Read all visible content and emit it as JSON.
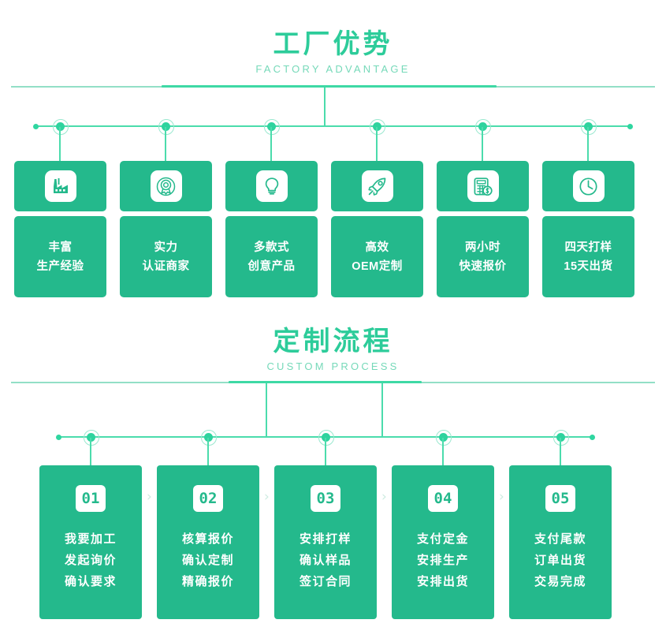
{
  "theme": {
    "brand_green": "#24b98c",
    "accent_green": "#2dcc9a",
    "rail_green": "#4bdcac",
    "light_green": "#92dfc6",
    "white": "#ffffff"
  },
  "sections": [
    {
      "title_cn": "工厂优势",
      "title_en": "FACTORY ADVANTAGE"
    },
    {
      "title_cn": "定制流程",
      "title_en": "CUSTOM PROCESS"
    }
  ],
  "advantages": [
    {
      "icon": "factory-icon",
      "lines": [
        "丰富",
        "生产经验"
      ]
    },
    {
      "icon": "award-medal-icon",
      "lines": [
        "实力",
        "认证商家"
      ]
    },
    {
      "icon": "lightbulb-icon",
      "lines": [
        "多款式",
        "创意产品"
      ]
    },
    {
      "icon": "rocket-icon",
      "lines": [
        "高效",
        "OEM定制"
      ]
    },
    {
      "icon": "calculator-money-icon",
      "lines": [
        "两小时",
        "快速报价"
      ]
    },
    {
      "icon": "clock-icon",
      "lines": [
        "四天打样",
        "15天出货"
      ]
    }
  ],
  "process": [
    {
      "number": "01",
      "lines": [
        "我要加工",
        "发起询价",
        "确认要求"
      ]
    },
    {
      "number": "02",
      "lines": [
        "核算报价",
        "确认定制",
        "精确报价"
      ]
    },
    {
      "number": "03",
      "lines": [
        "安排打样",
        "确认样品",
        "签订合同"
      ]
    },
    {
      "number": "04",
      "lines": [
        "支付定金",
        "安排生产",
        "安排出货"
      ]
    },
    {
      "number": "05",
      "lines": [
        "支付尾款",
        "订单出货",
        "交易完成"
      ]
    }
  ],
  "separators": {
    "chevron": "›"
  }
}
